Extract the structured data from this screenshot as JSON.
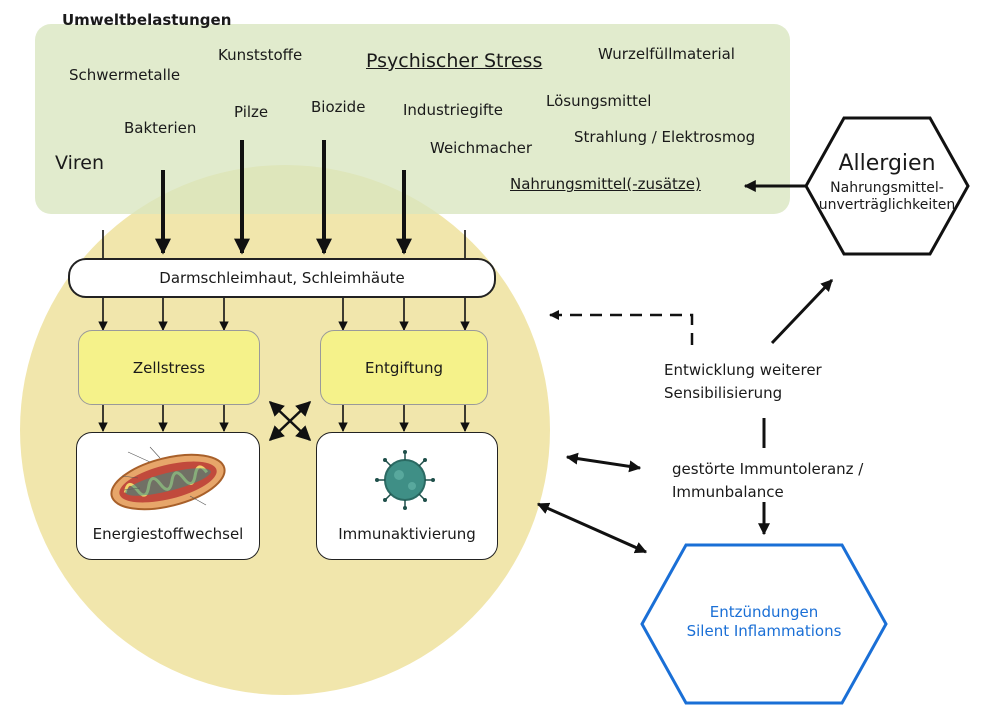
{
  "title": "Umweltbelastungen",
  "stressors": {
    "kunststoffe": "Kunststoffe",
    "psych_stress": "Psychischer Stress",
    "wurzelfuell": "Wurzelfüllmaterial",
    "schwermetalle": "Schwermetalle",
    "pilze": "Pilze",
    "biozide": "Biozide",
    "industriegifte": "Industriegifte",
    "loesungsmittel": "Lösungsmittel",
    "bakterien": "Bakterien",
    "strahlung": "Strahlung / Elektrosmog",
    "weichmacher": "Weichmacher",
    "viren": "Viren",
    "nahrungsmittel": "Nahrungsmittel(-zusätze)"
  },
  "barrier": "Darmschleimhaut, Schleimhäute",
  "boxes": {
    "zellstress": "Zellstress",
    "entgiftung": "Entgiftung",
    "energie": "Energiestoffwechsel",
    "immun": "Immunaktivierung"
  },
  "allergy": {
    "title": "Allergien",
    "line1": "Nahrungsmittel-",
    "line2": "unverträglichkeiten"
  },
  "side": {
    "sensib1": "Entwicklung weiterer",
    "sensib2": "Sensibilisierung",
    "toleranz1": "gestörte Immuntoleranz /",
    "toleranz2": "Immunbalance"
  },
  "inflam": {
    "line1": "Entzündungen",
    "line2": "Silent Inflammations"
  },
  "colors": {
    "green_panel": "#e3ecd0",
    "circle": "#f1e6ac",
    "yellow_box": "#f5f28a",
    "blue": "#1a6fd6"
  }
}
